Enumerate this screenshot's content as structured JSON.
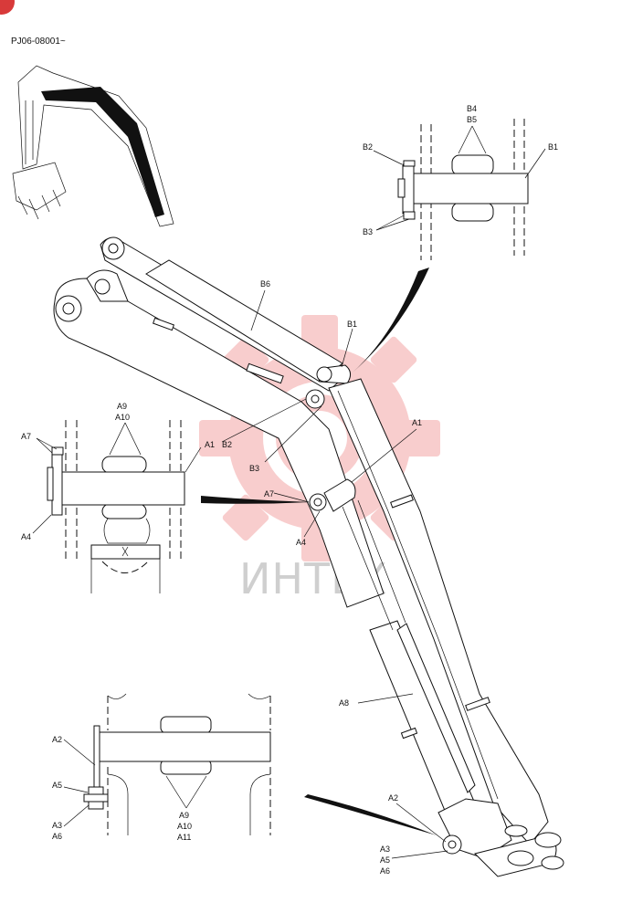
{
  "header": {
    "drawing_code": "PJ06-08001~"
  },
  "watermark": {
    "text": "ИНТЕХ",
    "gear_color": "#f4a6a6"
  },
  "labels": {
    "b4": "B4",
    "b5": "B5",
    "b2_top": "B2",
    "b1_top": "B1",
    "b3_top": "B3",
    "b6": "B6",
    "b1_main": "B1",
    "b2_main": "B2",
    "b3_main": "B3",
    "a1_main": "A1",
    "a7_main": "A7",
    "a4_main": "A4",
    "a8": "A8",
    "a2_main": "A2",
    "a3_main": "A3",
    "a5_main": "A5",
    "a6_main": "A6",
    "a9_left": "A9",
    "a10_left": "A10",
    "a7_left": "A7",
    "a1_left": "A1",
    "a4_left": "A4",
    "a2_bot": "A2",
    "a5_bot": "A5",
    "a3_bot": "A3",
    "a6_bot": "A6",
    "a9_bot": "A9",
    "a10_bot": "A10",
    "a11_bot": "A11"
  }
}
